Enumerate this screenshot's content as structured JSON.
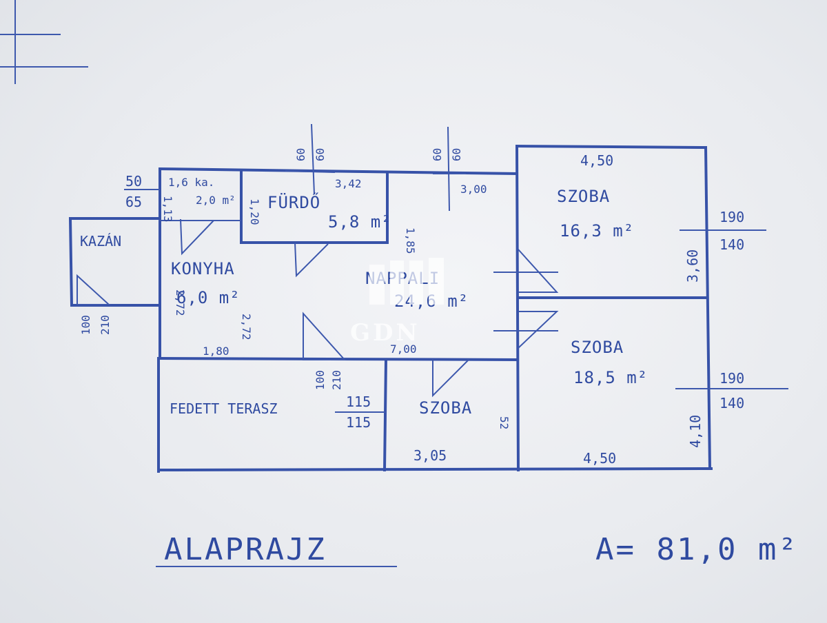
{
  "rooms": {
    "szoba_top": {
      "name": "SZOBA",
      "area": "16,3 m²"
    },
    "szoba_mid": {
      "name": "SZOBA",
      "area": "18,5 m²"
    },
    "szoba_small": {
      "name": "SZOBA"
    },
    "nappali": {
      "name": "NAPPALI",
      "area": "24,6 m²"
    },
    "furdo": {
      "name": "FÜRDŐ",
      "area": "5,8 m²"
    },
    "konyha": {
      "name": "KONYHA",
      "area": "6,0 m²"
    },
    "kazan": {
      "name": "KAZÁN"
    },
    "terasz": {
      "name": "FEDETT TERASZ"
    },
    "wc": {
      "name": "1,6 ka.",
      "area": "2,0 m²"
    }
  },
  "dims": {
    "d450_top": "4,50",
    "d450_bottom": "4,50",
    "d342": "3,42",
    "d300": "3,00",
    "d700": "7,00",
    "d305": "3,05",
    "d180": "1,80",
    "d360": "3,60",
    "d410": "4,10",
    "d185": "1,85",
    "d120": "1,20",
    "d113": "1,13",
    "d272a": "2,72",
    "d272b": "2,72",
    "d52": "52",
    "w1_top": "60",
    "w1_bot": "60",
    "w2_top": "60",
    "w2_bot": "60",
    "w50": "50",
    "w65": "65",
    "r1_top": "190",
    "r1_bot": "140",
    "r2_top": "190",
    "r2_bot": "140",
    "t115_top": "115",
    "t115_bot": "115",
    "k100": "100",
    "k210": "210",
    "door100": "100",
    "door210": "210"
  },
  "labels": {
    "title": "ALAPRAJZ",
    "total_area": "A= 81,0 m²"
  },
  "watermark": {
    "text": "GDN"
  }
}
